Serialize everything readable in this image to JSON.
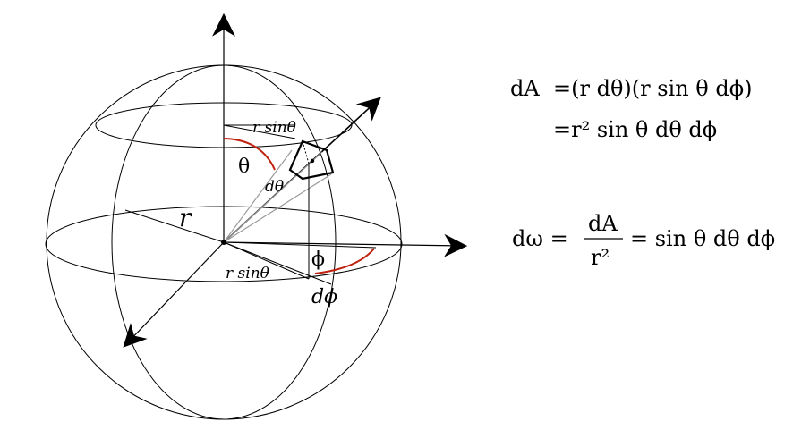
{
  "colors": {
    "line": "#000000",
    "arc": "#c0210f",
    "gray": "#9a9a9a"
  },
  "labels": {
    "r": "r",
    "theta": "θ",
    "d_theta": "dθ",
    "phi": "ϕ",
    "d_phi": "dϕ",
    "r_sin_theta_top": "r sinθ",
    "r_sin_theta_bottom": "r sinθ"
  },
  "equations": {
    "area_line1_lhs": "dA",
    "area_line1_rhs": "=(r dθ)(r sin θ dϕ)",
    "area_line2_rhs": "=r² sin θ dθ dϕ",
    "solid_angle_lhs": "dω =",
    "solid_angle_num": "dA",
    "solid_angle_den": "r²",
    "solid_angle_rhs": "= sin θ dθ dϕ"
  }
}
